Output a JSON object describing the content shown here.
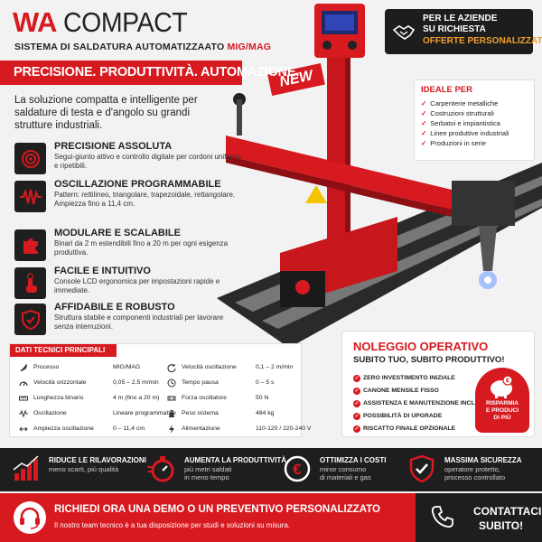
{
  "header": {
    "title_a": "WA",
    "title_b": "COMPACT",
    "subtitle_a": "SISTEMA DI SALDATURA AUTOMATIZZAATO",
    "subtitle_b": "MIG/MAG",
    "tagline": "PRECISIONE. PRODUTTIVITÀ. AUTOMAZIONE.",
    "intro": "La soluzione compatta e intelligente per saldature di testa e d'angolo su grandi strutture industriali.",
    "new_badge": "NEW"
  },
  "offer": {
    "line1": "PER LE AZIENDE",
    "line2": "SU RICHIESTA",
    "line3": "OFFERTE PERSONALIZZATE",
    "icon": "handshake-icon"
  },
  "ideal": {
    "heading": "IDEALE PER",
    "items": [
      "Carpenterie metalliche",
      "Costruzioni strutturali",
      "Serbatoi e impiantistica",
      "Linee produttive industriali",
      "Produzioni in serie"
    ]
  },
  "features": [
    {
      "title": "PRECISIONE ASSOLUTA",
      "desc": "Segui-giunto attivo e controllo digitale per cordoni uniformi e ripetibili.",
      "icon": "target-icon"
    },
    {
      "title": "OSCILLAZIONE PROGRAMMABILE",
      "desc": "Pattern: rettilineo, triangolare, trapezoidale, rettangolare. Ampiezza fino a 11,4 cm.",
      "icon": "wave-icon"
    },
    {
      "title": "MODULARE E SCALABILE",
      "desc": "Binari da 2 m estendibili fino a 20 m per ogni esigenza produttiva.",
      "icon": "puzzle-icon"
    },
    {
      "title": "FACILE E INTUITIVO",
      "desc": "Console LCD ergonomica per impostazioni rapide e immediate.",
      "icon": "touch-icon"
    },
    {
      "title": "AFFIDABILE E ROBUSTO",
      "desc": "Struttura stabile e componenti industriali per lavorare senza interruzioni.",
      "icon": "shield-check-icon"
    }
  ],
  "specs": {
    "heading": "DATI TECNICI PRINCIPALI",
    "left": [
      {
        "label": "Processo",
        "value": "MIG/MAG"
      },
      {
        "label": "Velocità orizzontale",
        "value": "0,05 – 2,5 m/min"
      },
      {
        "label": "Lunghezza binario",
        "value": "4 m (fino a 20 m)"
      },
      {
        "label": "Oscillazione",
        "value": "Lineare programmabile"
      },
      {
        "label": "Ampiezza oscillazione",
        "value": "0 – 11,4 cm"
      }
    ],
    "right": [
      {
        "label": "Velocità oscillazione",
        "value": "0,1 – 2 m/min"
      },
      {
        "label": "Tempo pausa",
        "value": "0 – 5 s"
      },
      {
        "label": "Forza oscillatore",
        "value": "50 N"
      },
      {
        "label": "Peso sistema",
        "value": "484 kg"
      },
      {
        "label": "Alimentazione",
        "value": "110-120 / 220-240 V"
      }
    ]
  },
  "rent": {
    "title": "NOLEGGIO OPERATIVO",
    "subtitle": "SUBITO TUO, SUBITO PRODUTTIVO!",
    "items": [
      "ZERO INVESTIMENTO INIZIALE",
      "CANONE MENSILE FISSO",
      "ASSISTENZA E MANUTENZIONE INCLUSE",
      "POSSIBILITÀ DI UPGRADE",
      "RISCATTO FINALE OPZIONALE"
    ],
    "badge_line1": "RISPARMIA",
    "badge_line2": "E PRODUCI",
    "badge_line3": "DI PIÙ"
  },
  "benefits": [
    {
      "title": "RIDUCE LE RILAVORAZIONI",
      "desc1": "meno scarti, più qualità",
      "desc2": ""
    },
    {
      "title": "AUMENTA LA PRODUTTIVITÀ",
      "desc1": "più metri saldati",
      "desc2": "in meno tempo"
    },
    {
      "title": "OTTIMIZZA I COSTI",
      "desc1": "minor consumo",
      "desc2": "di materiali e gas"
    },
    {
      "title": "MASSIMA SICUREZZA",
      "desc1": "operatore protetto,",
      "desc2": "processo controllato"
    }
  ],
  "cta": {
    "title": "RICHIEDI ORA UNA DEMO O UN PREVENTIVO PERSONALIZZATO",
    "desc": "Il nostro team tecnico è a tua disposizione per studi e soluzioni su misura.",
    "contact_line1": "CONTATTACI",
    "contact_line2": "SUBITO!"
  },
  "colors": {
    "accent": "#d71920",
    "dark": "#1e1e1e",
    "orange": "#f0a030"
  }
}
